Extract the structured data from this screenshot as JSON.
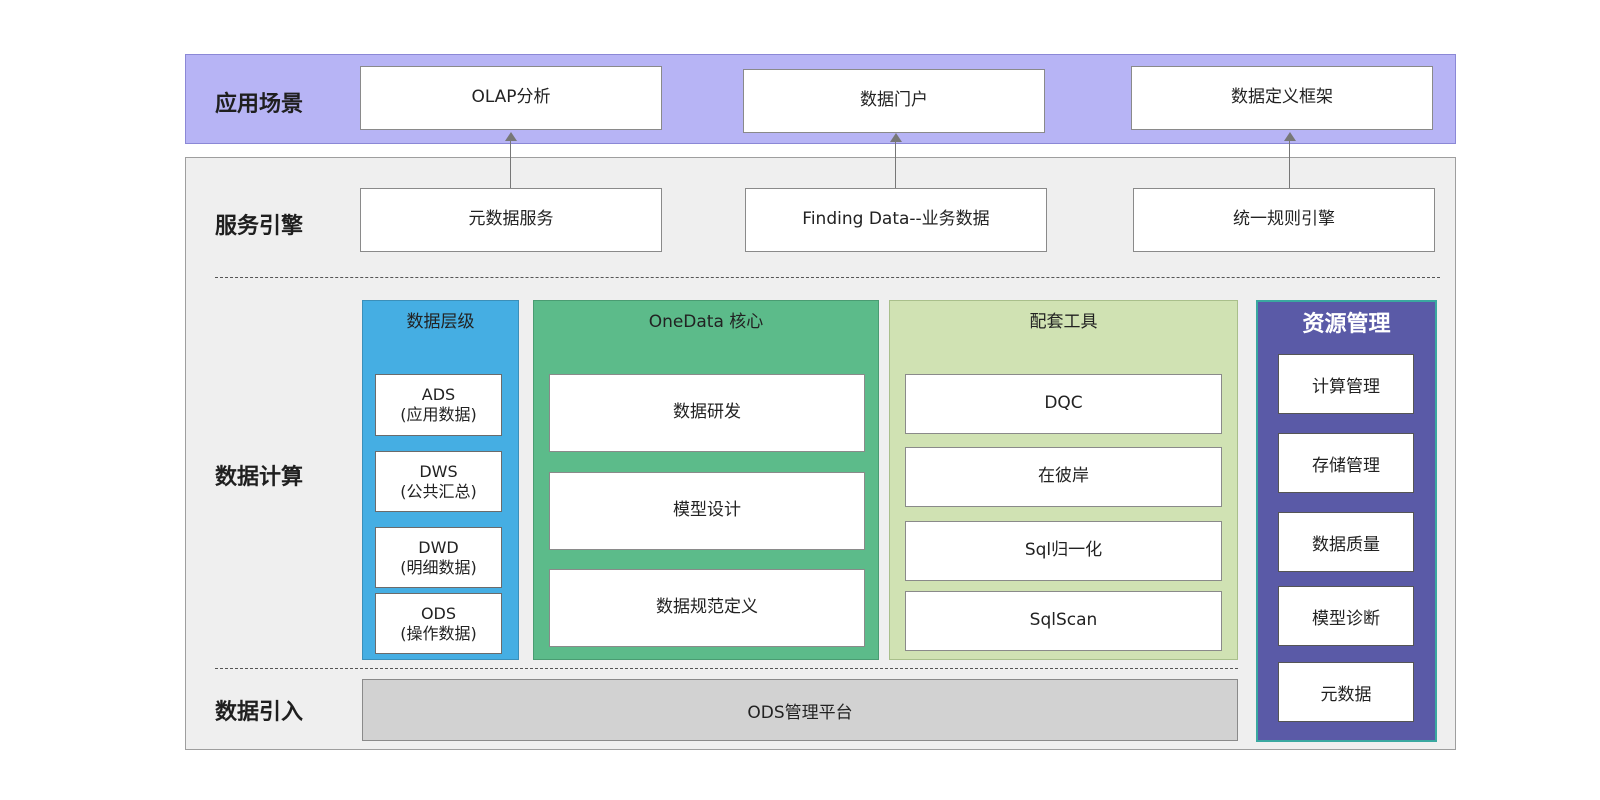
{
  "rows": {
    "app": "应用场景",
    "service": "服务引擎",
    "compute": "数据计算",
    "ingest": "数据引入"
  },
  "app_scenes": [
    "OLAP分析",
    "数据门户",
    "数据定义框架"
  ],
  "services": [
    "元数据服务",
    "Finding Data--业务数据",
    "统一规则引擎"
  ],
  "data_layers": {
    "title": "数据层级",
    "items": [
      {
        "code": "ADS",
        "desc": "(应用数据)"
      },
      {
        "code": "DWS",
        "desc": "(公共汇总)"
      },
      {
        "code": "DWD",
        "desc": "(明细数据)"
      },
      {
        "code": "ODS",
        "desc": "(操作数据)"
      }
    ]
  },
  "onedata": {
    "title": "OneData 核心",
    "items": [
      "数据研发",
      "模型设计",
      "数据规范定义"
    ]
  },
  "tools": {
    "title": "配套工具",
    "items": [
      "DQC",
      "在彼岸",
      "Sql归一化",
      "SqlScan"
    ]
  },
  "resources": {
    "title": "资源管理",
    "items": [
      "计算管理",
      "存储管理",
      "数据质量",
      "模型诊断",
      "元数据"
    ]
  },
  "ods_platform": "ODS管理平台",
  "colors": {
    "app_band": "#b7b4f5",
    "data_layers": "#45aee3",
    "onedata": "#5cbb8a",
    "tools": "#d0e2b3",
    "resources": "#5a5aa7"
  }
}
